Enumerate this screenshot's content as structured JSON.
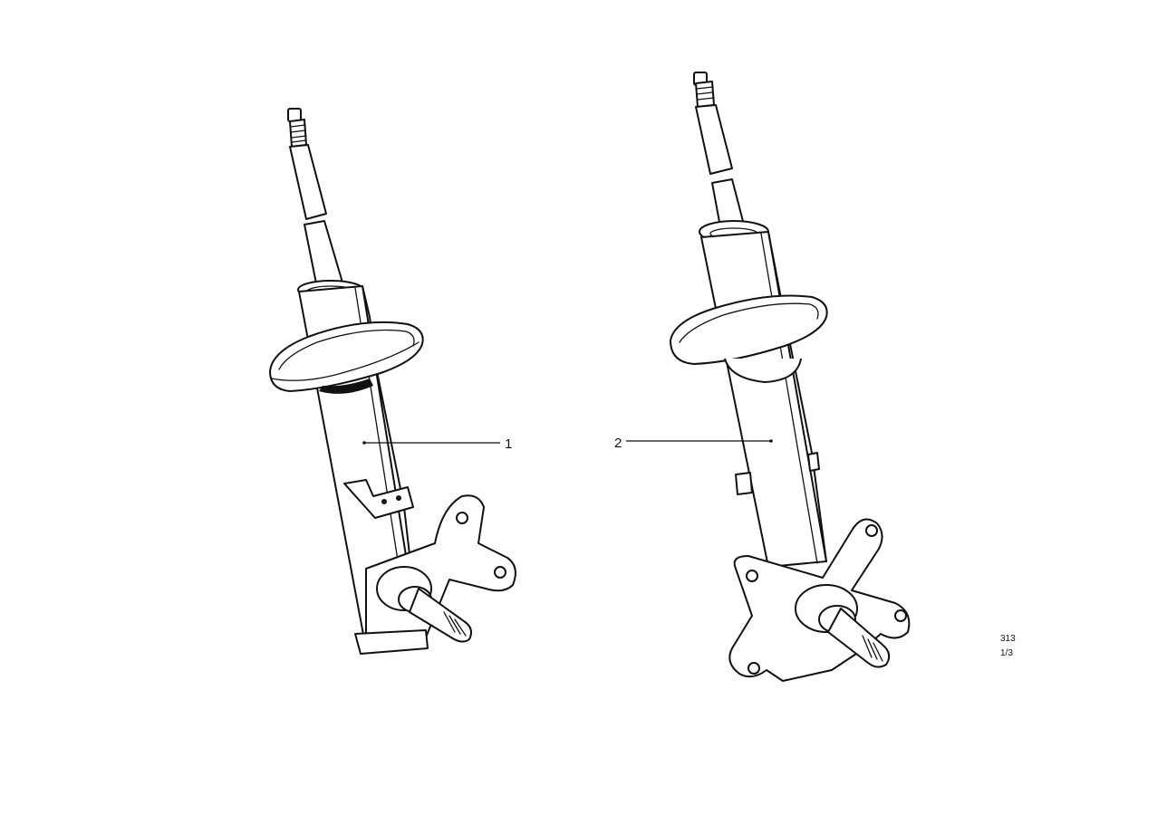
{
  "diagram": {
    "callouts": [
      {
        "number": "1"
      },
      {
        "number": "2"
      }
    ],
    "figure_code": "313",
    "sheet": "1/3"
  }
}
